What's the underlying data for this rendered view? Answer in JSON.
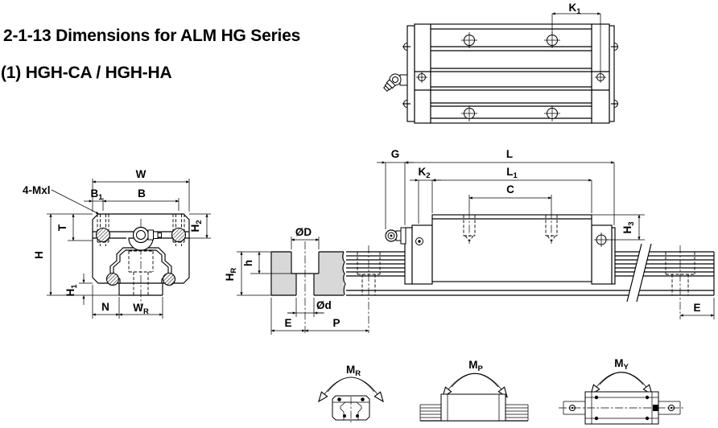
{
  "title": "2-1-13 Dimensions for ALM HG Series",
  "subtitle": "(1) HGH-CA / HGH-HA",
  "colors": {
    "line": "#000000",
    "rail_section_fill": "#d8d8d8",
    "background": "#ffffff"
  },
  "top_view": {
    "dims": {
      "k1": {
        "main": "K",
        "sub": "1"
      }
    }
  },
  "front_view": {
    "dims": {
      "w": "W",
      "b1": {
        "main": "B",
        "sub": "1"
      },
      "b": "B",
      "mxl": "4-Mxl",
      "t": "T",
      "h": "H",
      "h1": {
        "main": "H",
        "sub": "1"
      },
      "h2": {
        "main": "H",
        "sub": "2"
      },
      "n": "N",
      "wr": {
        "main": "W",
        "sub": "R"
      }
    }
  },
  "rail_section": {
    "dims": {
      "od_counterbore": "ØD",
      "od_bolt": "Ød",
      "h_depth": "h",
      "hr": {
        "main": "H",
        "sub": "R"
      },
      "e": "E",
      "p": "P"
    }
  },
  "side_view": {
    "dims": {
      "g": "G",
      "l": "L",
      "l1": {
        "main": "L",
        "sub": "1"
      },
      "k2": {
        "main": "K",
        "sub": "2"
      },
      "c": "C",
      "h3": {
        "main": "H",
        "sub": "3"
      },
      "e": "E"
    }
  },
  "moments": {
    "mr": {
      "main": "M",
      "sub": "R"
    },
    "mp": {
      "main": "M",
      "sub": "P"
    },
    "my": {
      "main": "M",
      "sub": "Y"
    }
  },
  "icons": {
    "grease_nipple": "grease-nipple-icon",
    "mounting_hole": "crosshair-hole-icon",
    "screw": "hatched-screw-icon",
    "moment_arrow": "curved-double-arrow-icon"
  }
}
